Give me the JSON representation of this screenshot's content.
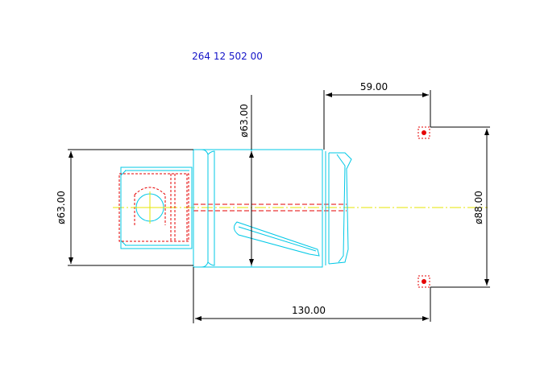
{
  "drawing": {
    "part_number": "264 12 502 00",
    "dimensions": {
      "left_diameter": "ø63.00",
      "top_diameter": "ø63.00",
      "right_diameter": "ø88.00",
      "top_length": "59.00",
      "bottom_length": "130.00"
    },
    "colors": {
      "outline": "#00c8e6",
      "hidden_lines": "#e60000",
      "centerline": "#e6e600",
      "dimension": "#000000",
      "title": "#1414c8"
    }
  }
}
